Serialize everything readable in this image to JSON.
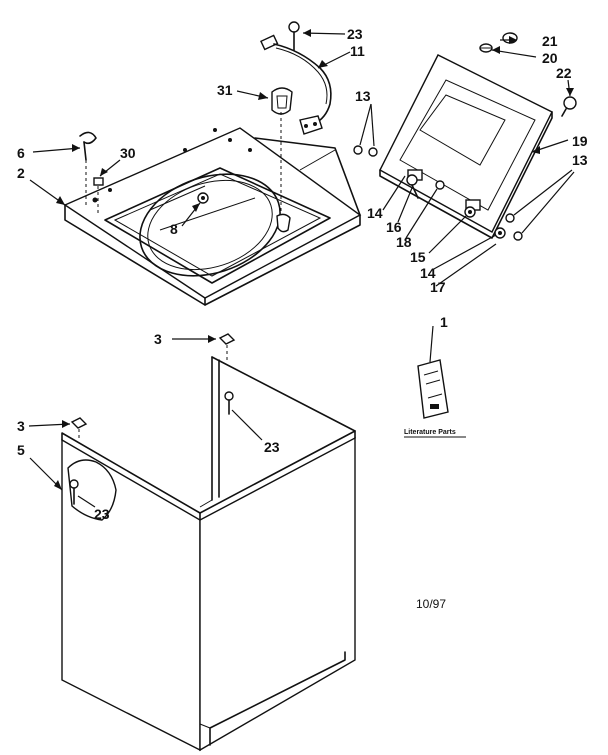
{
  "callouts": {
    "c1": "1",
    "c2": "2",
    "c3a": "3",
    "c3b": "3",
    "c5": "5",
    "c6": "6",
    "c8": "8",
    "c11": "11",
    "c13a": "13",
    "c13b": "13",
    "c14a": "14",
    "c14b": "14",
    "c15": "15",
    "c16": "16",
    "c17": "17",
    "c18": "18",
    "c19": "19",
    "c20": "20",
    "c21": "21",
    "c22": "22",
    "c23a": "23",
    "c23b": "23",
    "c23c": "23",
    "c30": "30",
    "c31": "31"
  },
  "literature_label": "Literature Parts",
  "date_code": "10/97"
}
